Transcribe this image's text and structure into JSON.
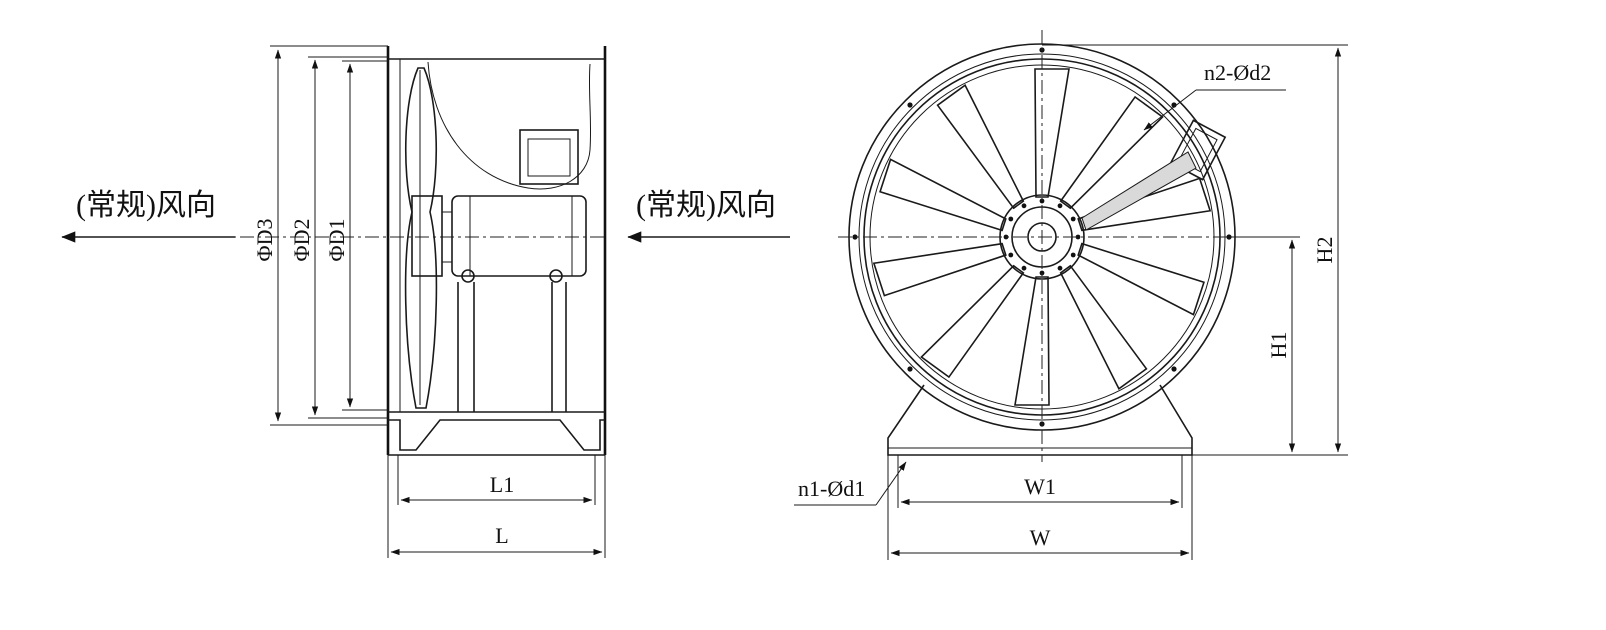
{
  "labels": {
    "airflow_left": "(常规)风向",
    "airflow_right": "(常规)风向",
    "d3": "ΦD3",
    "d2": "ΦD2",
    "d1": "ΦD1",
    "l1": "L1",
    "l": "L",
    "n2_d2": "n2-Ød2",
    "h2": "H2",
    "h1": "H1",
    "n1_d1": "n1-Ød1",
    "w1": "W1",
    "w": "W"
  }
}
